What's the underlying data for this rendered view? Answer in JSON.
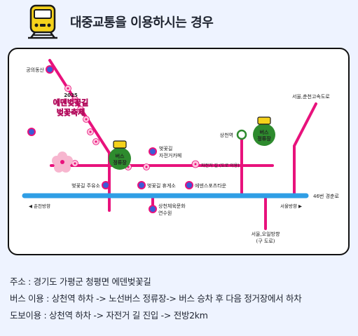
{
  "header": {
    "title": "대중교통을 이용하시는 경우",
    "icon": "train-icon"
  },
  "map": {
    "labels": {
      "gonguidongsan": "공의동산",
      "bus_stop_badge_line1": "버스",
      "bus_stop_badge_line2": "정류장",
      "cherry_road_line1": "벚꽃길",
      "cherry_road_line2": "자전거카페",
      "bike_road": "자전거 길 (도로 이용)",
      "sangcheon_station": "상천역",
      "seoul_chuncheon_highway": "서울,춘천고속도로",
      "cherry_parking": "벚꽃길 주유소",
      "cherry_rest": "벚꽃길 휴게소",
      "eden_sports": "에덴스포츠타운",
      "route46": "46번 경춘로",
      "chuncheon_dir": "◀ 춘천방향",
      "seoul_dir": "서울방향 ▶",
      "sangcheon_sports_line1": "상천체육문화",
      "sangcheon_sports_line2": "연수원",
      "seoul_osirang_line1": "서울,오일방향",
      "seoul_osirang_line2": "(구 도로)"
    },
    "festival_sign": {
      "year": "2025",
      "line1": "에덴벚꽃길",
      "line2": "벚꽃축제"
    },
    "colors": {
      "road_magenta": "#e8127c",
      "highway_blue": "#2f9ee5",
      "bus_green": "#2e8b2e",
      "stop_blue": "#3b5bd6"
    }
  },
  "info": {
    "address": "주소 : 경기도 가평군 청평면 에덴벚꽃길",
    "bus": "버스 이용 : 상천역 하차 -> 노선버스 정류장-> 버스 승차 후 다음 정거장에서 하차",
    "walk": "도보이용 : 상천역 하차 -> 자전거 길 진입 -> 전방2km"
  }
}
